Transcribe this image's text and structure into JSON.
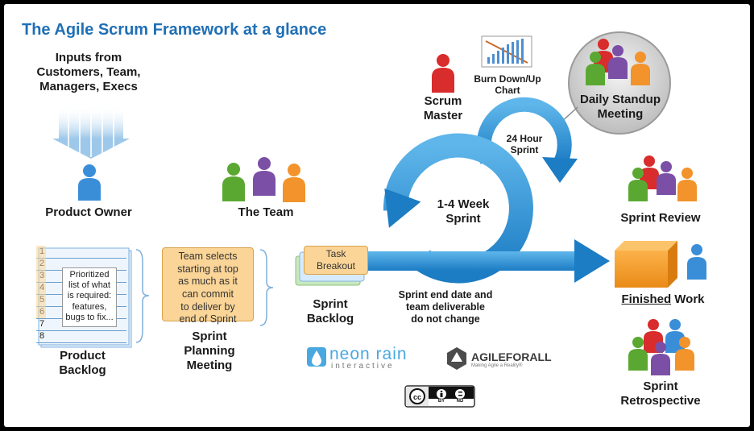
{
  "title": "The Agile Scrum Framework at a glance",
  "inputs": "Inputs from\nCustomers, Team,\nManagers, Execs",
  "product_owner": "Product Owner",
  "the_team": "The Team",
  "scrum_master": "Scrum\nMaster",
  "burn_chart": "Burn Down/Up\nChart",
  "daily_standup": "Daily Standup\nMeeting",
  "hour_sprint": "24 Hour\nSprint",
  "week_sprint": "1-4 Week\nSprint",
  "sprint_review": "Sprint Review",
  "finished": "Finished",
  "work": " Work",
  "sprint_retrospective": "Sprint\nRetrospective",
  "product_backlog": "Product\nBacklog",
  "backlog_rows": [
    "1",
    "2",
    "3",
    "4",
    "5",
    "6",
    "7",
    "8"
  ],
  "prioritized": "Prioritized\nlist of what\nis required:\nfeatures,\nbugs to fix...",
  "team_selects": "Team selects\nstarting at top\nas much as it\ncan commit\nto deliver by\nend of Sprint",
  "sprint_planning": "Sprint\nPlanning\nMeeting",
  "task_breakout": "Task\nBreakout",
  "sprint_backlog": "Sprint\nBacklog",
  "sprint_end": "Sprint end date and\nteam deliverable\ndo not change",
  "neon_rain": "neon rain",
  "interactive": "interactive",
  "agile_for_all": "AGILEFORALL",
  "agile_tagline": "Making Agile a Reality®",
  "cc_by": "BY",
  "cc_nd": "ND",
  "colors": {
    "title": "#1f6fb5",
    "arrow": "#2a8fd4",
    "box": "#fbd597",
    "red": "#d92c2c",
    "green": "#5aa832",
    "purple": "#7b4fa6",
    "orange": "#f2932c",
    "blue": "#3a8ed8"
  }
}
